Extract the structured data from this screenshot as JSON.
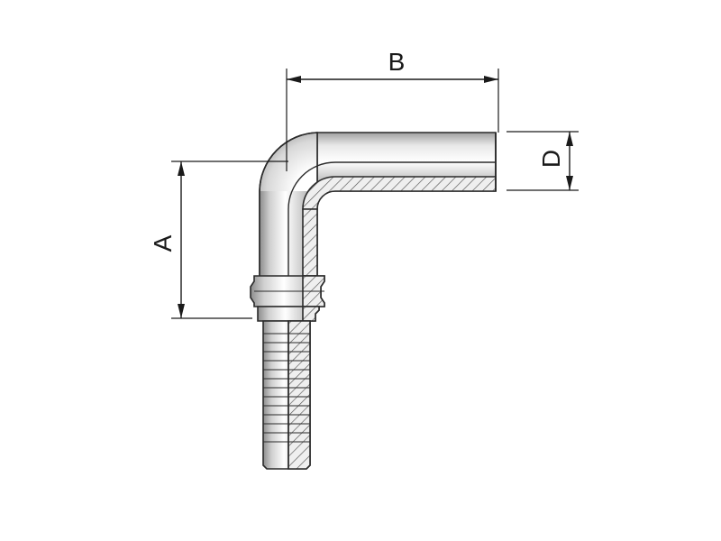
{
  "labels": {
    "a": "A",
    "b": "B",
    "d": "D"
  },
  "colors": {
    "line": "#1a1a1a",
    "metal_light": "#f4f4f4",
    "metal_mid": "#c8c8c8",
    "metal_dark": "#8c8c8c",
    "section_fill": "#d9d9d9"
  },
  "icons": {
    "fitting": "elbow-90-hose-fitting-icon"
  }
}
